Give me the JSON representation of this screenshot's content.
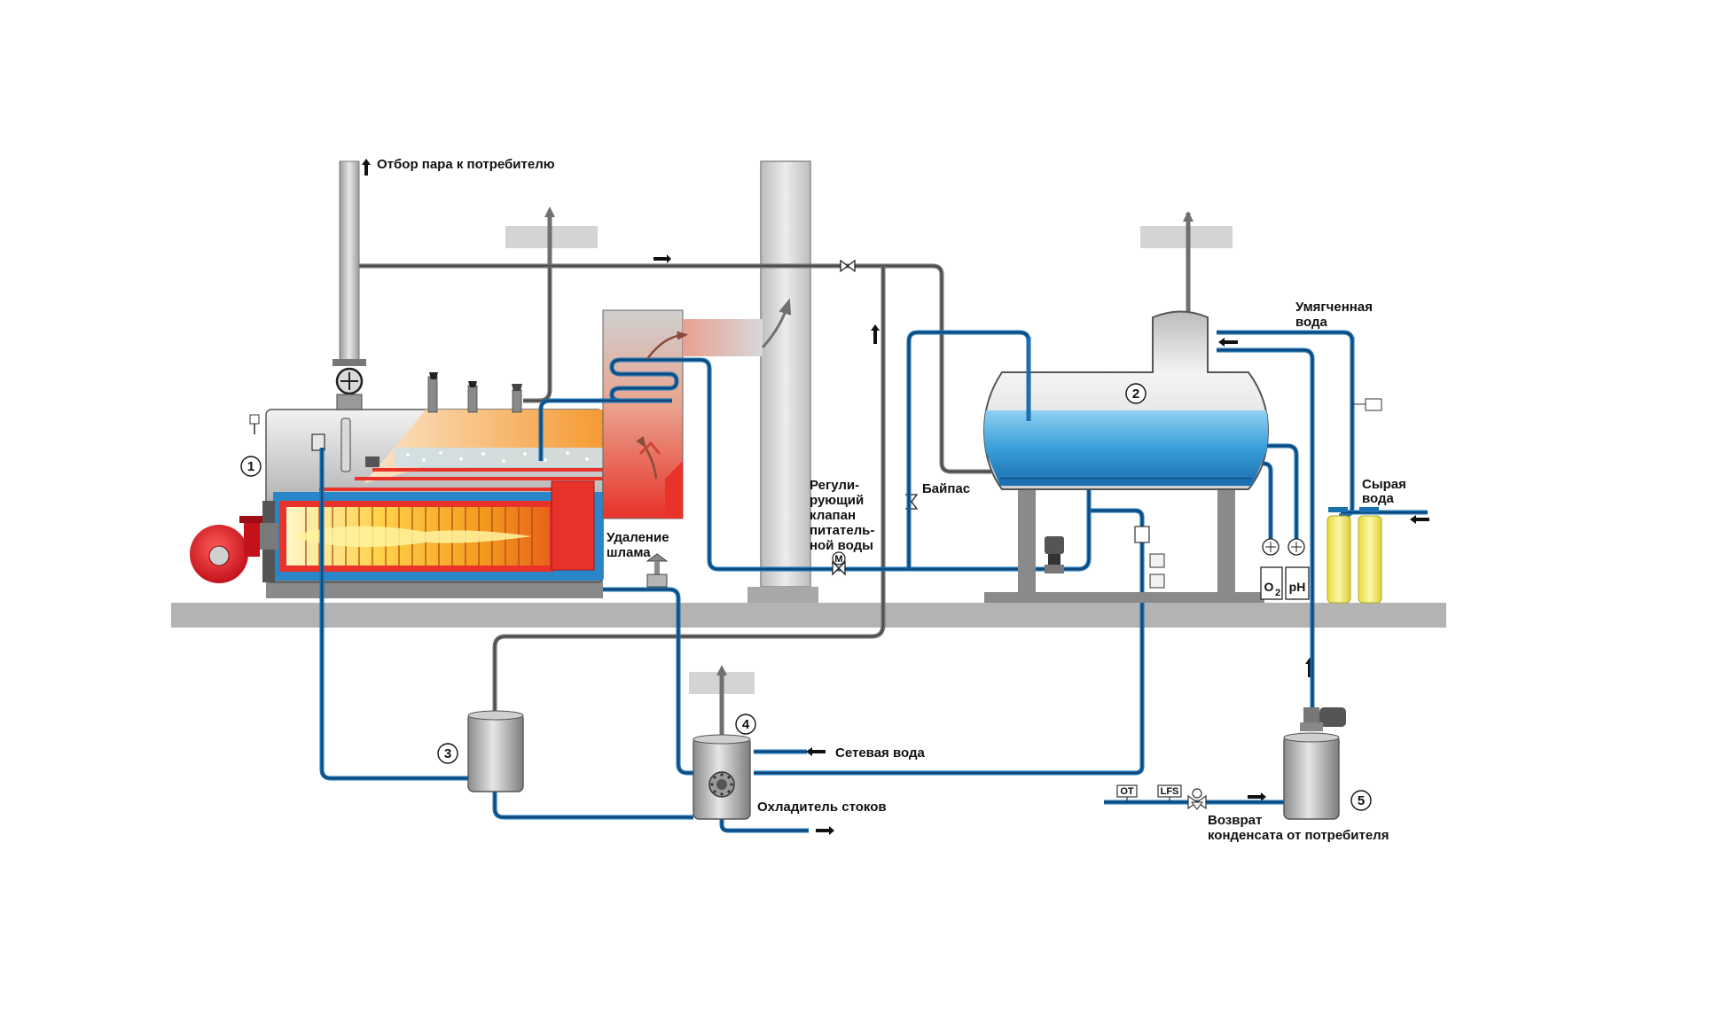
{
  "labels": {
    "steam_offtake": "Отбор пара к потребителю",
    "softened_water_1": "Умягченная",
    "softened_water_2": "вода",
    "raw_water_1": "Сырая",
    "raw_water_2": "вода",
    "bypass": "Байпас",
    "control_valve_1": "Регули-",
    "control_valve_2": "рующий",
    "control_valve_3": "клапан",
    "control_valve_4": "питатель-",
    "control_valve_5": "ной воды",
    "blowdown_1": "Удаление",
    "blowdown_2": "шлама",
    "network_water": "Сетевая вода",
    "effluent_cooler": "Охладитель стоков",
    "condensate_return_1": "Возврат",
    "condensate_return_2": "конденсата от потребителя"
  },
  "markers": [
    "1",
    "2",
    "3",
    "4",
    "5"
  ],
  "sensors": {
    "o2": "O",
    "o2_sub": "2",
    "ph": "pH",
    "ot": "OT",
    "lfs": "LFS",
    "valve_m": "M"
  },
  "colors": {
    "pipe_blue": "#1a6fb0",
    "pipe_grey": "#707070",
    "flame_orange": "#f08a1c",
    "furnace_red": "#e8322a",
    "water_blue": "#3a9fd8",
    "filter_yellow": "#f2ea5a",
    "burner_red": "#e01b24",
    "floor_grey": "#b3b3b3"
  }
}
